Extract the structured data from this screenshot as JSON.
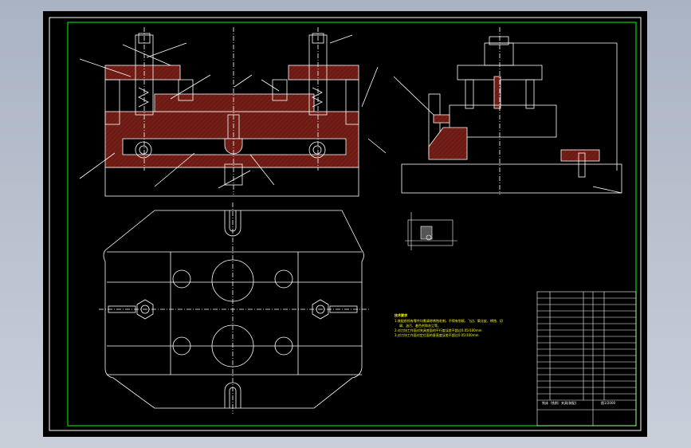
{
  "tech_requirements": {
    "title": "技术要求",
    "items": [
      "1.装配前所有零件均需清除锈蚀毛刺，不得有划痕、飞边、氧化皮、锈蚀、切",
      "屑、油污、着色剂和灰尘等。",
      "2.对刀块工作面对夹具底面的平行度误差不超过0.05/100mm",
      "3.对刀块工作面对定位面的垂直度误差不超过0.05/100mm"
    ]
  },
  "title_block": {
    "drawing_title": "铣床（铣削）夹具(装配)",
    "drawing_no": "图1/2000"
  },
  "colors": {
    "background": "#000000",
    "frame": "#ffffff",
    "border": "#00ff00",
    "section_hatch": "#6b1a14",
    "notes": "#ffff00"
  }
}
